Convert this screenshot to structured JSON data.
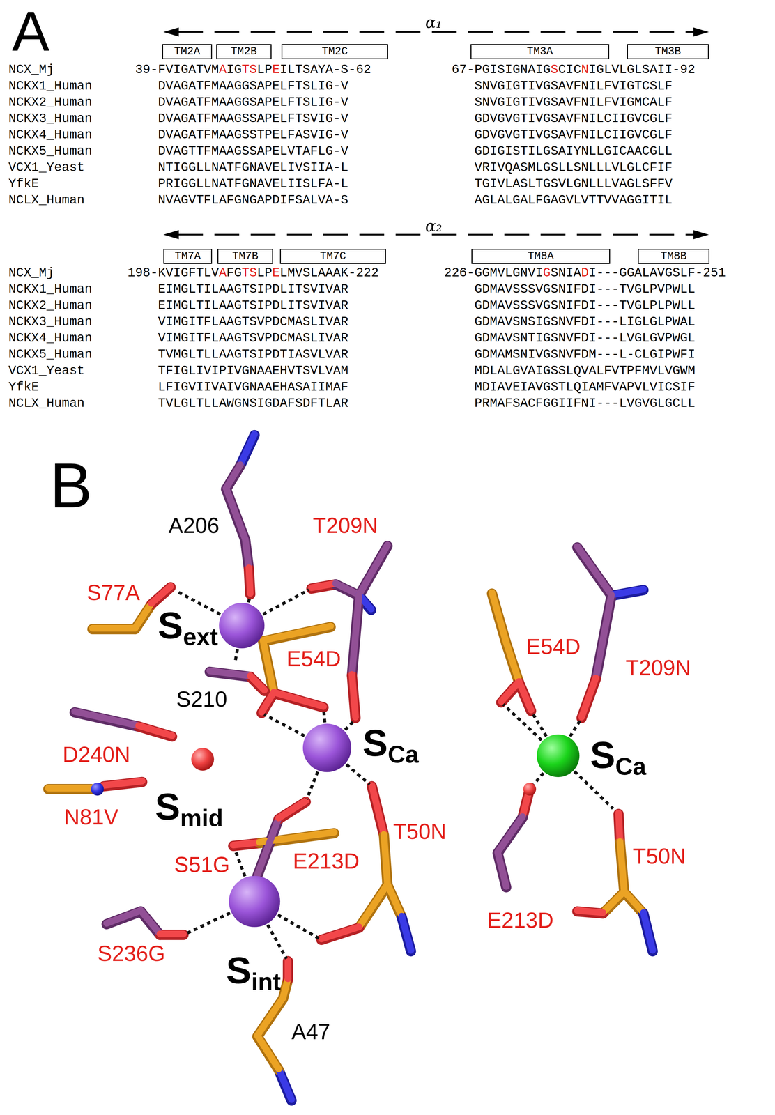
{
  "diagram": {
    "nodes": [
      {
        "text": [
          "TM2A"
        ]
      },
      {
        "text": [
          "TM2B"
        ]
      },
      {
        "text": [
          "TM2C"
        ]
      },
      {
        "text": [
          "TM3A"
        ]
      },
      {
        "text": [
          "TM3B"
        ]
      },
      {
        "text": [
          "TM7A"
        ]
      },
      {
        "text": [
          "TM7B"
        ]
      },
      {
        "text": [
          "TM7C"
        ]
      },
      {
        "text": [
          "TM8A"
        ]
      },
      {
        "text": [
          "TM8B"
        ]
      }
    ],
    "labels": [
      "A",
      "α₁",
      "NCX_Mj",
      "39-FVIGATVMAIGTSLPEILTSAYA-S-62",
      "67-PGISIGNAIGSCICNIGLVLGLSAII-92",
      "NCKX1_Human",
      "DVAGATFMAAGGSAPELFTSLIG-V",
      "SNVGIGTIVGSAVFNILFVIGTCSLF",
      "NCKX2_Human",
      "DVAGATFMAAGGSAPELFTSLIG-V",
      "SNVGIGTIVGSAVFNILFVIGMCALF",
      "NCKX3_Human",
      "DVAGATFMAAGSSAPELFTSVIG-V",
      "GDVGVGTIVGSAVFNILCIIGVCGLF",
      "NCKX4_Human",
      "DVAGATFMAAGSSTPELFASVIG-V",
      "GDVGVGTIVGSAVFNILCIIGVCGLF",
      "NCKX5_Human",
      "DVAGTTFMAAGSSAPELVTAFLG-V",
      "GDIGISTILGSAIYNLLGICAACGLL",
      "VCX1_Yeast",
      "NTIGGLLNATFGNAVELIVSIIA-L",
      "VRIVQASMLGSLLSNLLLVLGLCFIF",
      "YfkE",
      "PRIGGLLNATFGNAVELIISLFA-L",
      "TGIVLASLTGSVLGNLLLVAGLSFFV",
      "NCLX_Human",
      "NVAGVTFLAFGNGAPDIFSALVA-S",
      "AGLALGALFGAGVLVTTVVAGGITIL",
      "α₂",
      "NCX_Mj",
      "198-KVIGFTLVAFGTSLPELMVSLAAAK-222",
      "226-GGMVLGNVIGSNIADI---GGALAVGSLF-251",
      "NCKX1_Human",
      "EIMGLTILAAGTSIPDLITSVIVAR",
      "GDMAVSSSVGSNIFDI---TVGLPVPWLL",
      "NCKX2_Human",
      "EIMGLTILAAGTSIPDLITSVIVAR",
      "GDMAVSSSVGSNIFDI---TVGLPLPWLL",
      "NCKX3_Human",
      "VIMGITFLAAGTSVPDCMASLIVAR",
      "GDMAVSNSIGSNVFDI---LIGLGLPWAL",
      "NCKX4_Human",
      "VIMGITFLAAGTSVPDCMASLIVAR",
      "GDMAVSNTIGSNVFDI---LVGLGVPWGL",
      "NCKX5_Human",
      "TVMGLTLLAAGTSIPDTIASVLVAR",
      "GDMAMSNIVGSNVFDM---L-CLGIPWFI",
      "VCX1_Yeast",
      "TFIGLIVIPIVGNAAEHVTSVLVAM",
      "MDLALGVAIGSSLQVALFVTPFMVLVGWM",
      "YfkE",
      "LFIGVIIVAIVGNAAEHASAIIMAF",
      "MDIAVEIAVGSTLQIAMFVAPVLVICSIF",
      "NCLX_Human",
      "TVLGLTLLAWGNSIGDAFSDFTLAR",
      "PRMAFSACFGGIIFNI---LVGVGLGCLL",
      "B",
      "A206",
      "T209N",
      "S77A",
      "Sext",
      "E54D",
      "S210",
      "D240N",
      "SCa",
      "Smid",
      "N81V",
      "T50N",
      "S51G",
      "E213D",
      "S236G",
      "Sint",
      "A47",
      "E54D",
      "T209N",
      "SCa",
      "T50N",
      "E213D"
    ]
  }
}
